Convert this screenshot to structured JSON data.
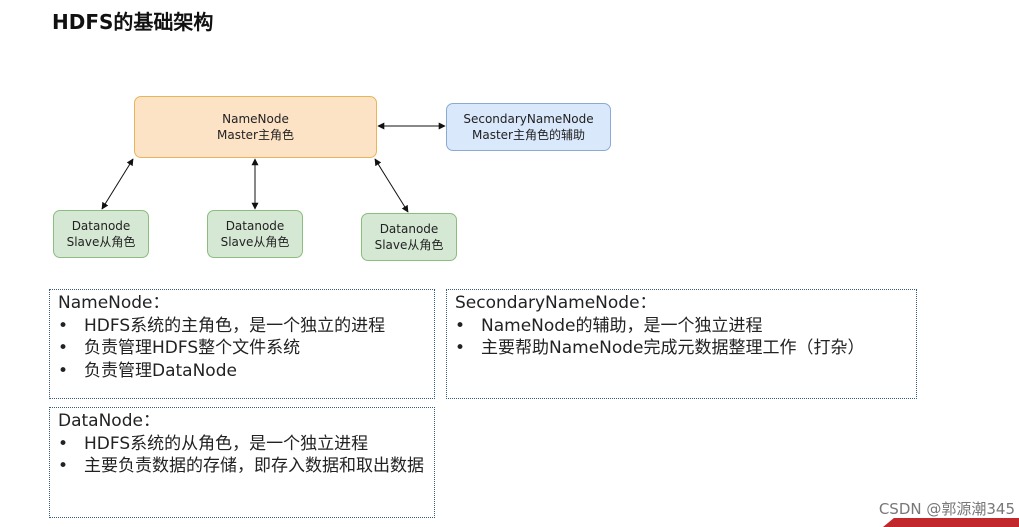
{
  "page_title": "HDFS的基础架构",
  "diagram": {
    "namenode": {
      "line1": "NameNode",
      "line2": "Master主角色"
    },
    "secondary": {
      "line1": "SecondaryNameNode",
      "line2": "Master主角色的辅助"
    },
    "datanodes": [
      {
        "line1": "Datanode",
        "line2": "Slave从角色"
      },
      {
        "line1": "Datanode",
        "line2": "Slave从角色"
      },
      {
        "line1": "Datanode",
        "line2": "Slave从角色"
      }
    ]
  },
  "notes": {
    "namenode": {
      "heading": "NameNode：",
      "items": [
        "HDFS系统的主角色，是一个独立的进程",
        "负责管理HDFS整个文件系统",
        "负责管理DataNode"
      ]
    },
    "secondary": {
      "heading": "SecondaryNameNode：",
      "items": [
        "NameNode的辅助，是一个独立进程",
        "主要帮助NameNode完成元数据整理工作（打杂）"
      ]
    },
    "datanode": {
      "heading": "DataNode：",
      "items": [
        "HDFS系统的从角色，是一个独立进程",
        "主要负责数据的存储，即存入数据和取出数据"
      ]
    }
  },
  "watermark": "CSDN @郭源潮345",
  "colors": {
    "namenode_fill": "#fde3c6",
    "secondary_fill": "#dae8fc",
    "datanode_fill": "#d5e8d4"
  }
}
